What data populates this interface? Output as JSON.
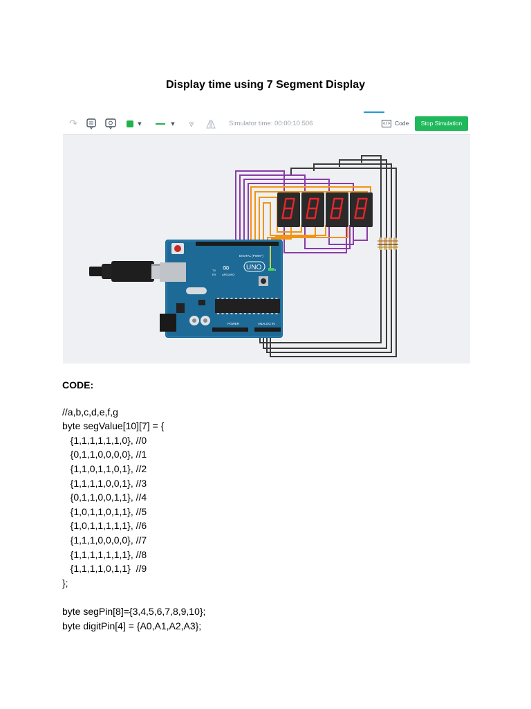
{
  "title": "Display time using 7 Segment Display",
  "toolbar": {
    "icons": [
      "redo-icon",
      "annotate-icon",
      "notes-visibility-icon",
      "color-picker-icon",
      "line-style-icon",
      "rotate-icon",
      "flip-icon"
    ],
    "color_swatch": "#22b14c",
    "line_color": "#22b14c",
    "simulator_time": "Simulator time: 00:00:10.506",
    "code_label": "Code",
    "code_icon_text": "</>",
    "stop_label": "Stop Simulation",
    "stop_color": "#1fb85b"
  },
  "board": {
    "labels": [
      "UNO",
      "DIGITAL (PWM~)",
      "POWER",
      "ANALOG IN",
      "TX",
      "RX",
      "ON",
      "ARDUINO"
    ],
    "color": "#1d6a96"
  },
  "display": {
    "digits": [
      "8",
      "8",
      "8",
      "8"
    ],
    "segment_color": "#e8262b"
  },
  "wire_colors": {
    "purple": "#8a3ca8",
    "orange": "#f29413",
    "black": "#3a3a3a"
  },
  "code": {
    "label": "CODE:",
    "lines": [
      "//a,b,c,d,e,f,g",
      "byte segValue[10][7] = {",
      "   {1,1,1,1,1,1,0}, //0",
      "   {0,1,1,0,0,0,0}, //1",
      "   {1,1,0,1,1,0,1}, //2",
      "   {1,1,1,1,0,0,1}, //3",
      "   {0,1,1,0,0,1,1}, //4",
      "   {1,0,1,1,0,1,1}, //5",
      "   {1,0,1,1,1,1,1}, //6",
      "   {1,1,1,0,0,0,0}, //7",
      "   {1,1,1,1,1,1,1}, //8",
      "   {1,1,1,1,0,1,1}  //9",
      "};",
      "",
      "byte segPin[8]={3,4,5,6,7,8,9,10};",
      "byte digitPin[4] = {A0,A1,A2,A3};"
    ]
  }
}
